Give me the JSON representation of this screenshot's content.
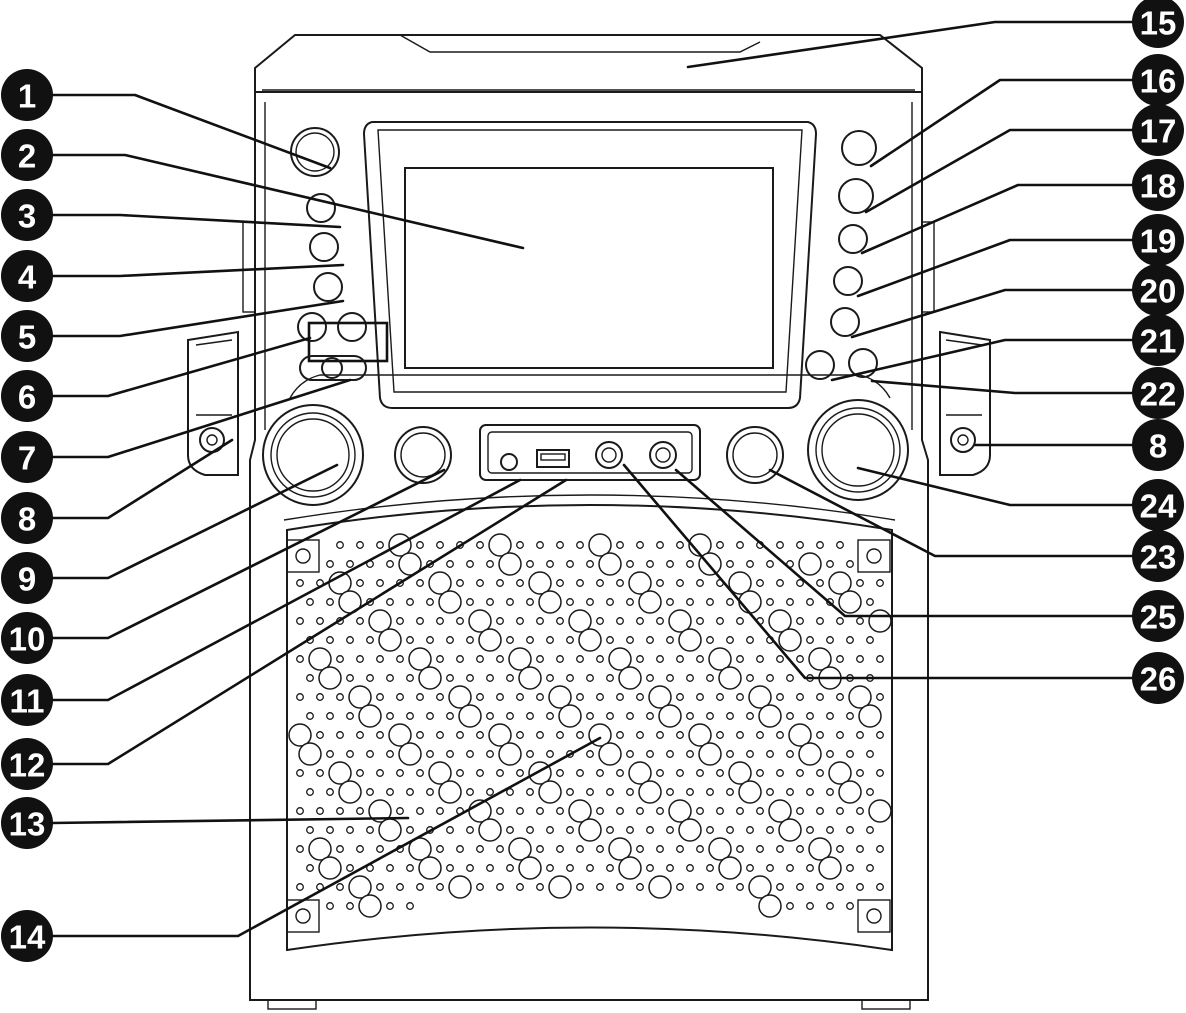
{
  "callouts": [
    {
      "number": "1",
      "part": "button-large-top-left"
    },
    {
      "number": "2",
      "part": "display-screen"
    },
    {
      "number": "3",
      "part": "button-left-1"
    },
    {
      "number": "4",
      "part": "button-left-2"
    },
    {
      "number": "5",
      "part": "button-left-3"
    },
    {
      "number": "6",
      "part": "button-pair-boxed"
    },
    {
      "number": "7",
      "part": "slide-switch"
    },
    {
      "number": "8",
      "part": "handle-hinge-left"
    },
    {
      "number": "9",
      "part": "knob-large-left"
    },
    {
      "number": "10",
      "part": "knob-small-left"
    },
    {
      "number": "11",
      "part": "jack-small"
    },
    {
      "number": "12",
      "part": "usb-port"
    },
    {
      "number": "13",
      "part": "speaker-grille-left"
    },
    {
      "number": "14",
      "part": "speaker-grille-center"
    },
    {
      "number": "15",
      "part": "top-compartment"
    },
    {
      "number": "16",
      "part": "button-right-1"
    },
    {
      "number": "17",
      "part": "button-right-2"
    },
    {
      "number": "18",
      "part": "button-right-3"
    },
    {
      "number": "19",
      "part": "button-right-4"
    },
    {
      "number": "20",
      "part": "button-right-5"
    },
    {
      "number": "21",
      "part": "button-pair-right-a"
    },
    {
      "number": "22",
      "part": "button-pair-right-b"
    },
    {
      "number": "8",
      "part": "handle-hinge-right"
    },
    {
      "number": "24",
      "part": "knob-large-right"
    },
    {
      "number": "23",
      "part": "knob-small-right"
    },
    {
      "number": "25",
      "part": "mic-jack-right"
    },
    {
      "number": "26",
      "part": "mic-jack-left"
    }
  ],
  "colors": {
    "line": "#1a1a1a",
    "badge": "#111111",
    "badge_text": "#ffffff",
    "background": "#ffffff"
  }
}
